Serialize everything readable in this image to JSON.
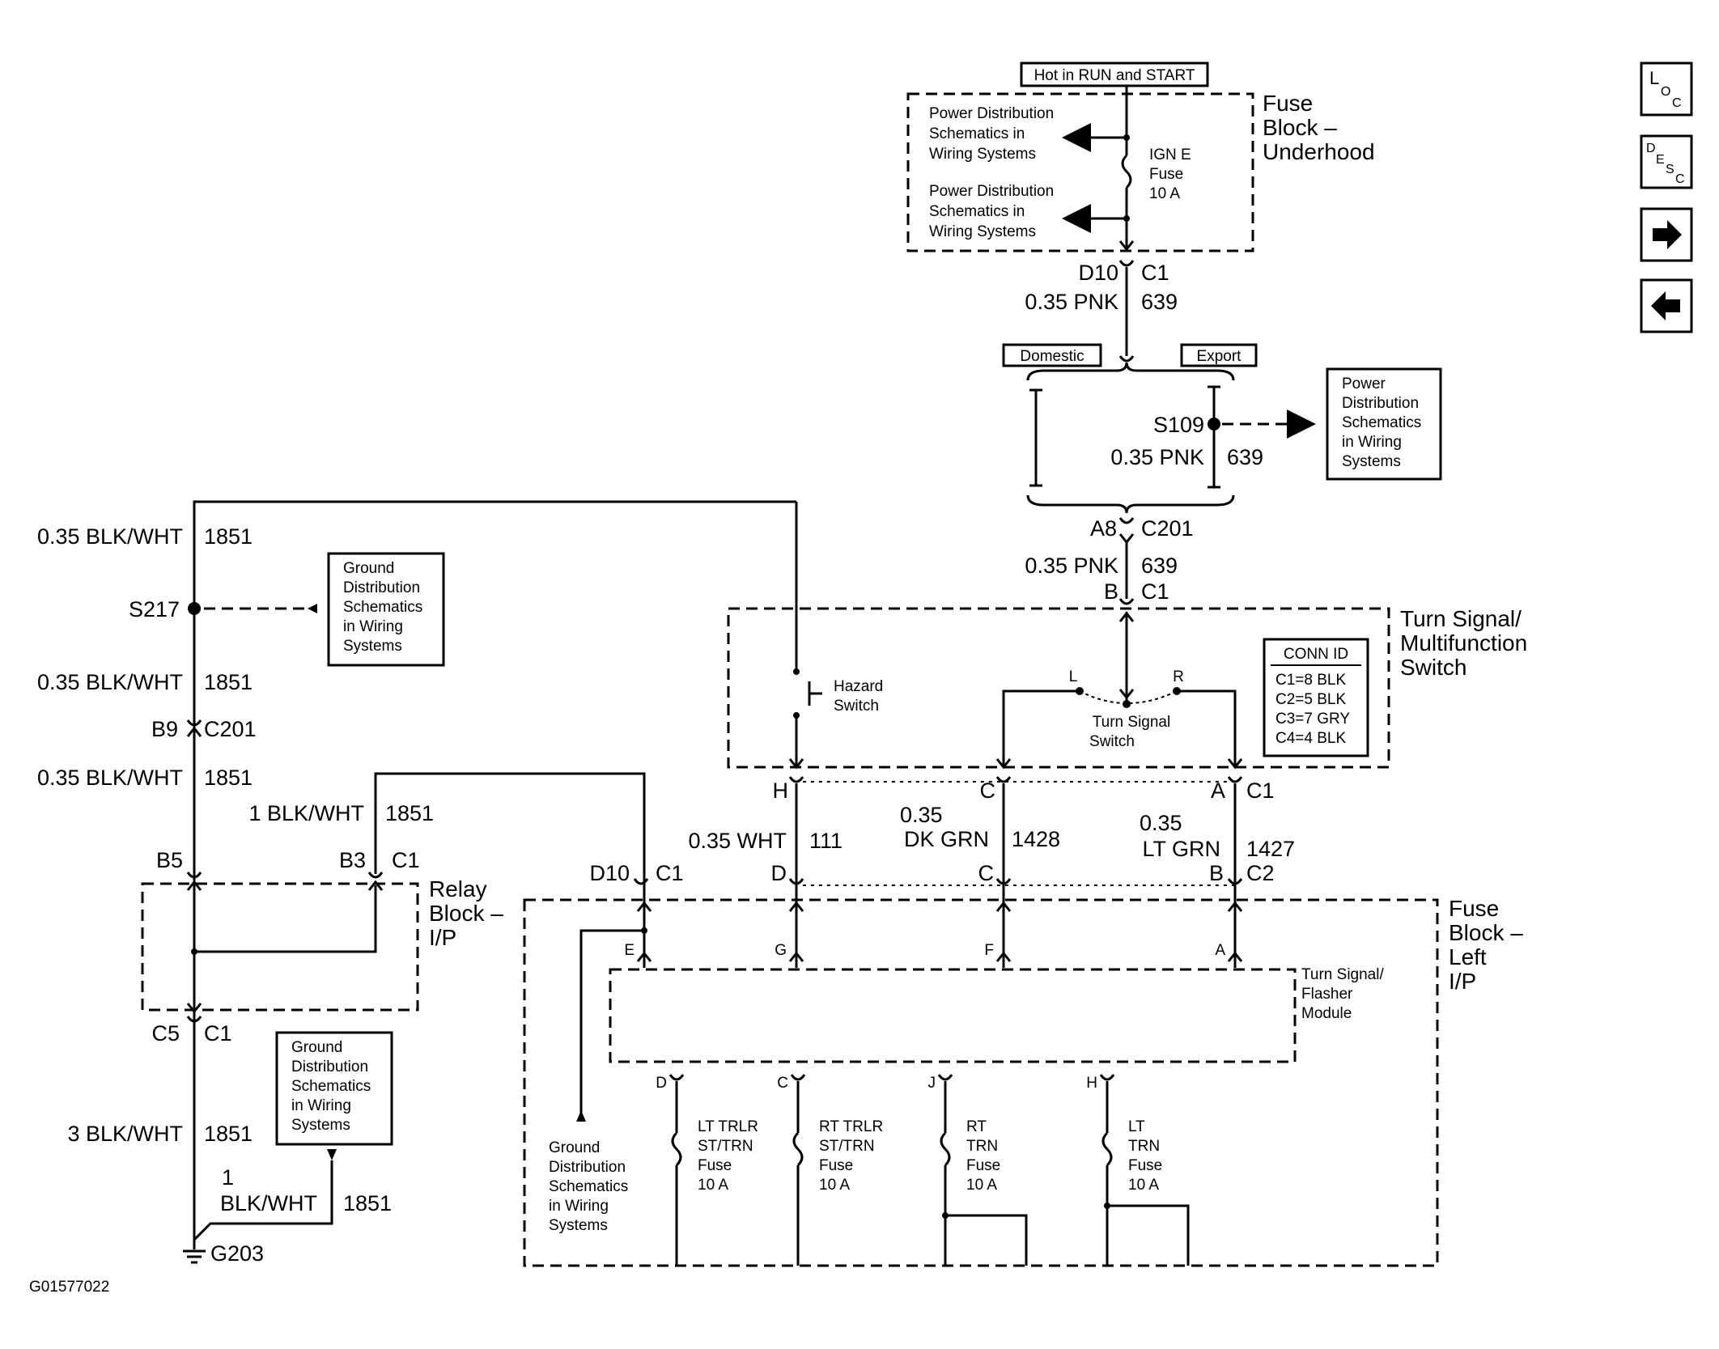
{
  "figure_id": "G01577022",
  "nav": {
    "loc": "LOC",
    "desc": "DESC",
    "next": "→",
    "prev": "←"
  },
  "top": {
    "hot_label": "Hot in RUN and START",
    "fuse_block_underhood": [
      "Fuse",
      "Block –",
      "Underhood"
    ],
    "power_dist_1": [
      "Power Distribution",
      "Schematics in",
      "Wiring Systems"
    ],
    "power_dist_2": [
      "Power Distribution",
      "Schematics in",
      "Wiring Systems"
    ],
    "ign_fuse": [
      "IGN E",
      "Fuse",
      "10 A"
    ],
    "conn_d10": "D10",
    "conn_c1": "C1",
    "wire_pnk_a": "0.35 PNK",
    "circuit_639_a": "639",
    "domestic": "Domestic",
    "export": "Export",
    "splice_s109": "S109",
    "wire_pnk_b": "0.35 PNK",
    "circuit_639_b": "639",
    "power_dist_3": [
      "Power",
      "Distribution",
      "Schematics",
      "in Wiring",
      "Systems"
    ],
    "conn_a8": "A8",
    "conn_c201": "C201",
    "wire_pnk_c": "0.35 PNK",
    "circuit_639_c": "639",
    "conn_b": "B",
    "conn_c1b": "C1"
  },
  "switch": {
    "title": [
      "Turn Signal/",
      "Multifunction",
      "Switch"
    ],
    "hazard": [
      "Hazard",
      "Switch"
    ],
    "turn": [
      "Turn Signal",
      "Switch"
    ],
    "pin_l": "L",
    "pin_r": "R",
    "conn_id_title": "CONN ID",
    "conn_ids": [
      "C1=8 BLK",
      "C2=5 BLK",
      "C3=7 GRY",
      "C4=4 BLK"
    ]
  },
  "wires": {
    "h": "H",
    "c_top": "C",
    "a_top": "A",
    "c1": "C1",
    "wht_gauge": "0.35 WHT",
    "wht_circuit": "111",
    "dkgrn_gauge": "0.35",
    "dkgrn_color": "DK GRN",
    "dkgrn_circuit": "1428",
    "ltgrn_gauge": "0.35",
    "ltgrn_color": "LT GRN",
    "ltgrn_circuit": "1427",
    "d10": "D10",
    "c1b": "C1",
    "d": "D",
    "c_bot": "C",
    "b": "B",
    "c2": "C2"
  },
  "left": {
    "blkwht_1": "0.35 BLK/WHT",
    "c1851_1": "1851",
    "s217": "S217",
    "ground_dist": [
      "Ground",
      "Distribution",
      "Schematics",
      "in Wiring",
      "Systems"
    ],
    "blkwht_2": "0.35 BLK/WHT",
    "c1851_2": "1851",
    "b9": "B9",
    "c201": "C201",
    "blkwht_3": "0.35 BLK/WHT",
    "c1851_3": "1851",
    "blkwht_1g": "1 BLK/WHT",
    "c1851_4": "1851",
    "b5": "B5",
    "b3": "B3",
    "c1": "C1",
    "relay_block": [
      "Relay",
      "Block –",
      "I/P"
    ],
    "c5": "C5",
    "c1b": "C1",
    "ground_dist_2": [
      "Ground",
      "Distribution",
      "Schematics",
      "in Wiring",
      "Systems"
    ],
    "blkwht_3g": "3 BLK/WHT",
    "c1851_5": "1851",
    "one": "1",
    "blkwht_4": "BLK/WHT",
    "c1851_6": "1851",
    "g203": "G203"
  },
  "fuseleft": {
    "title": [
      "Fuse",
      "Block –",
      "Left",
      "I/P"
    ],
    "flasher": [
      "Turn Signal/",
      "Flasher",
      "Module"
    ],
    "pin_e": "E",
    "pin_g": "G",
    "pin_f": "F",
    "pin_a": "A",
    "ground_dist": [
      "Ground",
      "Distribution",
      "Schematics",
      "in Wiring",
      "Systems"
    ],
    "pin_d": "D",
    "pin_c": "C",
    "pin_j": "J",
    "pin_h": "H",
    "fuse1": [
      "LT TRLR",
      "ST/TRN",
      "Fuse",
      "10 A"
    ],
    "fuse2": [
      "RT TRLR",
      "ST/TRN",
      "Fuse",
      "10 A"
    ],
    "fuse3": [
      "RT",
      "TRN",
      "Fuse",
      "10 A"
    ],
    "fuse4": [
      "LT",
      "TRN",
      "Fuse",
      "10 A"
    ]
  }
}
